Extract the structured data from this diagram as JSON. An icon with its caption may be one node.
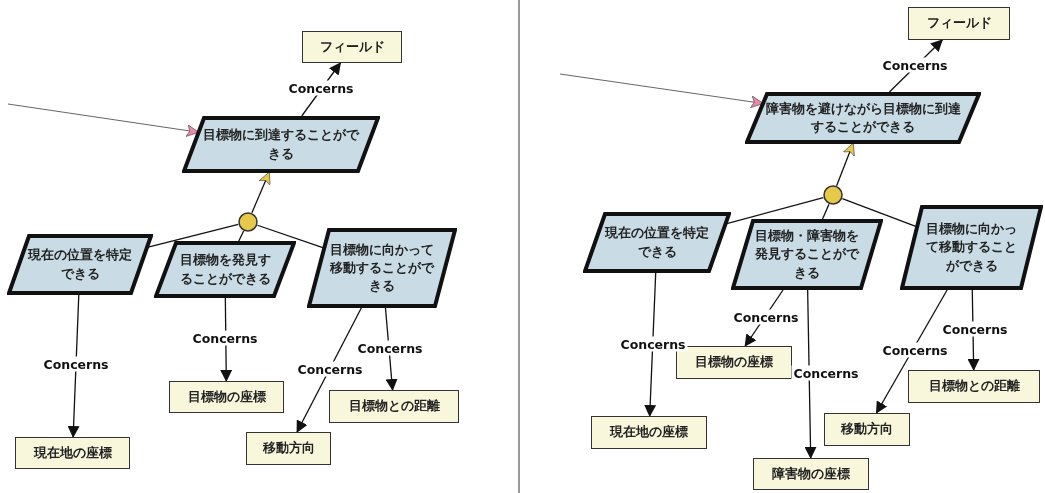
{
  "diagram": {
    "nodes": [
      {
        "text": [
          "フィールド"
        ]
      },
      {
        "text": [
          "目標物に到達することができる"
        ]
      },
      {
        "text": [],
        "shape": "circle"
      },
      {
        "text": [
          "現在の位置を特定できる"
        ]
      },
      {
        "text": [
          "目標物を発見することができる"
        ]
      },
      {
        "text": [
          "目標物に向かって移動することができる"
        ]
      },
      {
        "text": [
          "目標物の座標"
        ]
      },
      {
        "text": [
          "現在地の座標"
        ]
      },
      {
        "text": [
          "移動方向"
        ]
      },
      {
        "text": [
          "目標物との距離"
        ]
      },
      {
        "text": [
          "フィールド"
        ]
      },
      {
        "text": [
          "障害物を避けながら目標物に到達することができる"
        ]
      },
      {
        "text": [],
        "shape": "circle"
      },
      {
        "text": [
          "現在の位置を特定できる"
        ]
      },
      {
        "text": [
          "目標物・障害物を発見することができる"
        ]
      },
      {
        "text": [
          "目標物に向かって移動することができる"
        ]
      },
      {
        "text": [
          "目標物の座標"
        ]
      },
      {
        "text": [
          "現在地の座標"
        ]
      },
      {
        "text": [
          "障害物の座標"
        ]
      },
      {
        "text": [
          "移動方向"
        ]
      },
      {
        "text": [
          "目標物との距離"
        ]
      }
    ],
    "edges": [
      {
        "from": null,
        "to": 1,
        "arrow": "to"
      },
      {
        "from": 2,
        "to": 1,
        "arrow": "to"
      },
      {
        "from": 3,
        "to": 2,
        "arrow": "none"
      },
      {
        "from": 4,
        "to": 2,
        "arrow": "none"
      },
      {
        "from": 5,
        "to": 2,
        "arrow": "none"
      },
      {
        "from": 1,
        "to": 0,
        "arrow": "to",
        "label": "Concerns"
      },
      {
        "from": 3,
        "to": 7,
        "arrow": "to",
        "label": "Concerns"
      },
      {
        "from": 4,
        "to": 6,
        "arrow": "to",
        "label": "Concerns"
      },
      {
        "from": 5,
        "to": 8,
        "arrow": "to",
        "label": "Concerns"
      },
      {
        "from": 5,
        "to": 9,
        "arrow": "to",
        "label": "Concerns"
      },
      {
        "from": null,
        "to": 11,
        "arrow": "to"
      },
      {
        "from": 12,
        "to": 11,
        "arrow": "to"
      },
      {
        "from": 13,
        "to": 12,
        "arrow": "none"
      },
      {
        "from": 14,
        "to": 12,
        "arrow": "none"
      },
      {
        "from": 15,
        "to": 12,
        "arrow": "none"
      },
      {
        "from": 11,
        "to": 10,
        "arrow": "to",
        "label": "Concerns"
      },
      {
        "from": 13,
        "to": 17,
        "arrow": "to",
        "label": "Concerns"
      },
      {
        "from": 14,
        "to": 16,
        "arrow": "to",
        "label": "Concerns"
      },
      {
        "from": 14,
        "to": 18,
        "arrow": "to",
        "label": "Concerns"
      },
      {
        "from": 15,
        "to": 19,
        "arrow": "to",
        "label": "Concerns"
      },
      {
        "from": 15,
        "to": 20,
        "arrow": "to",
        "label": "Concerns"
      }
    ]
  }
}
